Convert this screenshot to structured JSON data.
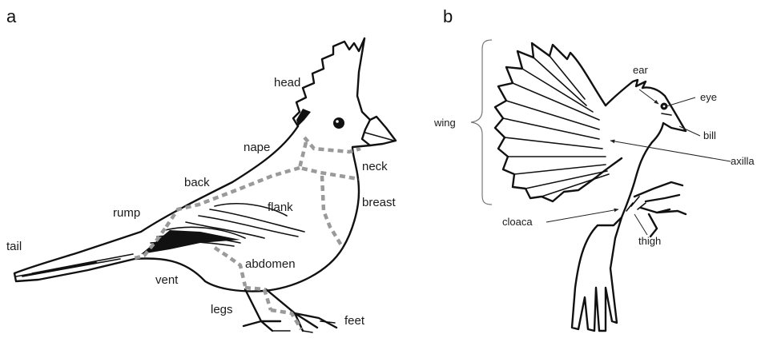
{
  "panel_a": {
    "letter": "a",
    "labels": {
      "head": "head",
      "nape": "nape",
      "neck": "neck",
      "back": "back",
      "flank": "flank",
      "breast": "breast",
      "rump": "rump",
      "tail": "tail",
      "vent": "vent",
      "abdomen": "abdomen",
      "legs": "legs",
      "feet": "feet"
    }
  },
  "panel_b": {
    "letter": "b",
    "labels": {
      "ear": "ear",
      "eye": "eye",
      "wing": "wing",
      "bill": "bill",
      "axilla": "axilla",
      "cloaca": "cloaca",
      "thigh": "thigh"
    }
  }
}
